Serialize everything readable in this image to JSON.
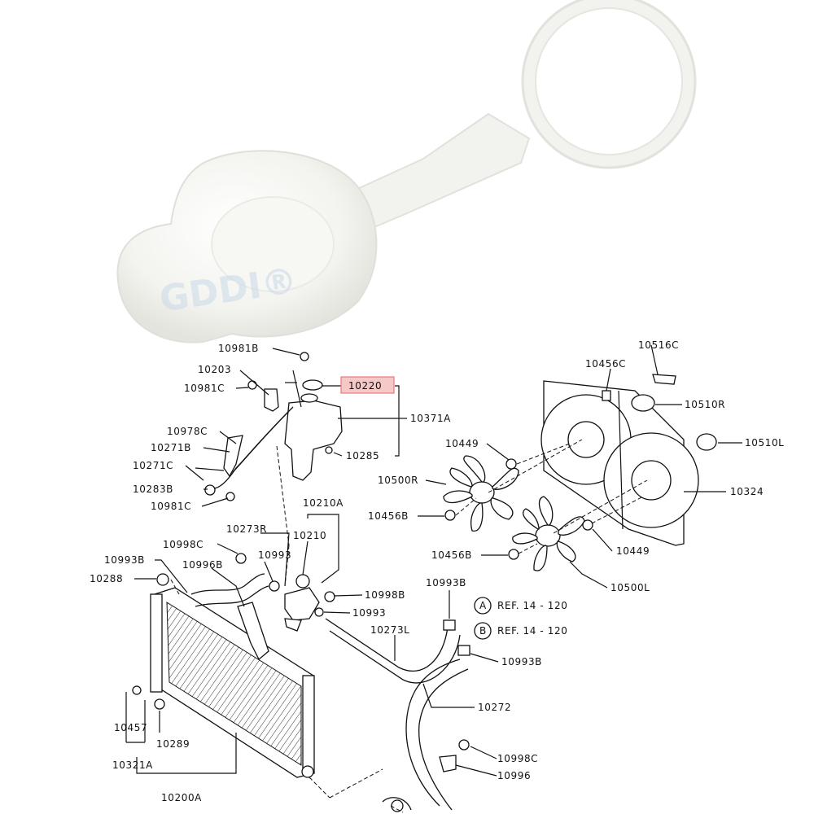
{
  "photo": {
    "watermark": "GDDI®",
    "product": "white coolant reservoir cap"
  },
  "highlight_color": "#e87a7a",
  "labels": {
    "l10981b": "10981B",
    "l10203": "10203",
    "l10981c_a": "10981C",
    "l10220": "10220",
    "l10371a": "10371A",
    "l10285": "10285",
    "l10978c": "10978C",
    "l10271b": "10271B",
    "l10271c": "10271C",
    "l10283b": "10283B",
    "l10981c_b": "10981C",
    "l10210a": "10210A",
    "l10210": "10210",
    "l10273r": "10273R",
    "l10998c_a": "10998C",
    "l10993_a": "10993",
    "l10993b_a": "10993B",
    "l10996b": "10996B",
    "l10288": "10288",
    "l10998b": "10998B",
    "l10993_b": "10993",
    "l10993b_b": "10993B",
    "l10273l": "10273L",
    "refA_letter": "A",
    "refA": "REF. 14 - 120",
    "refB_letter": "B",
    "refB": "REF. 14 - 120",
    "l10993b_c": "10993B",
    "l10272": "10272",
    "l10457": "10457",
    "l10289": "10289",
    "l10321a": "10321A",
    "l10200a": "10200A",
    "l10998c_b": "10998C",
    "l10996": "10996",
    "l10516c": "10516C",
    "l10456c": "10456C",
    "l10510r": "10510R",
    "l10510l": "10510L",
    "l10449_a": "10449",
    "l10500r": "10500R",
    "l10324": "10324",
    "l10456b_a": "10456B",
    "l10449_b": "10449",
    "l10456b_b": "10456B",
    "l10500l": "10500L"
  }
}
